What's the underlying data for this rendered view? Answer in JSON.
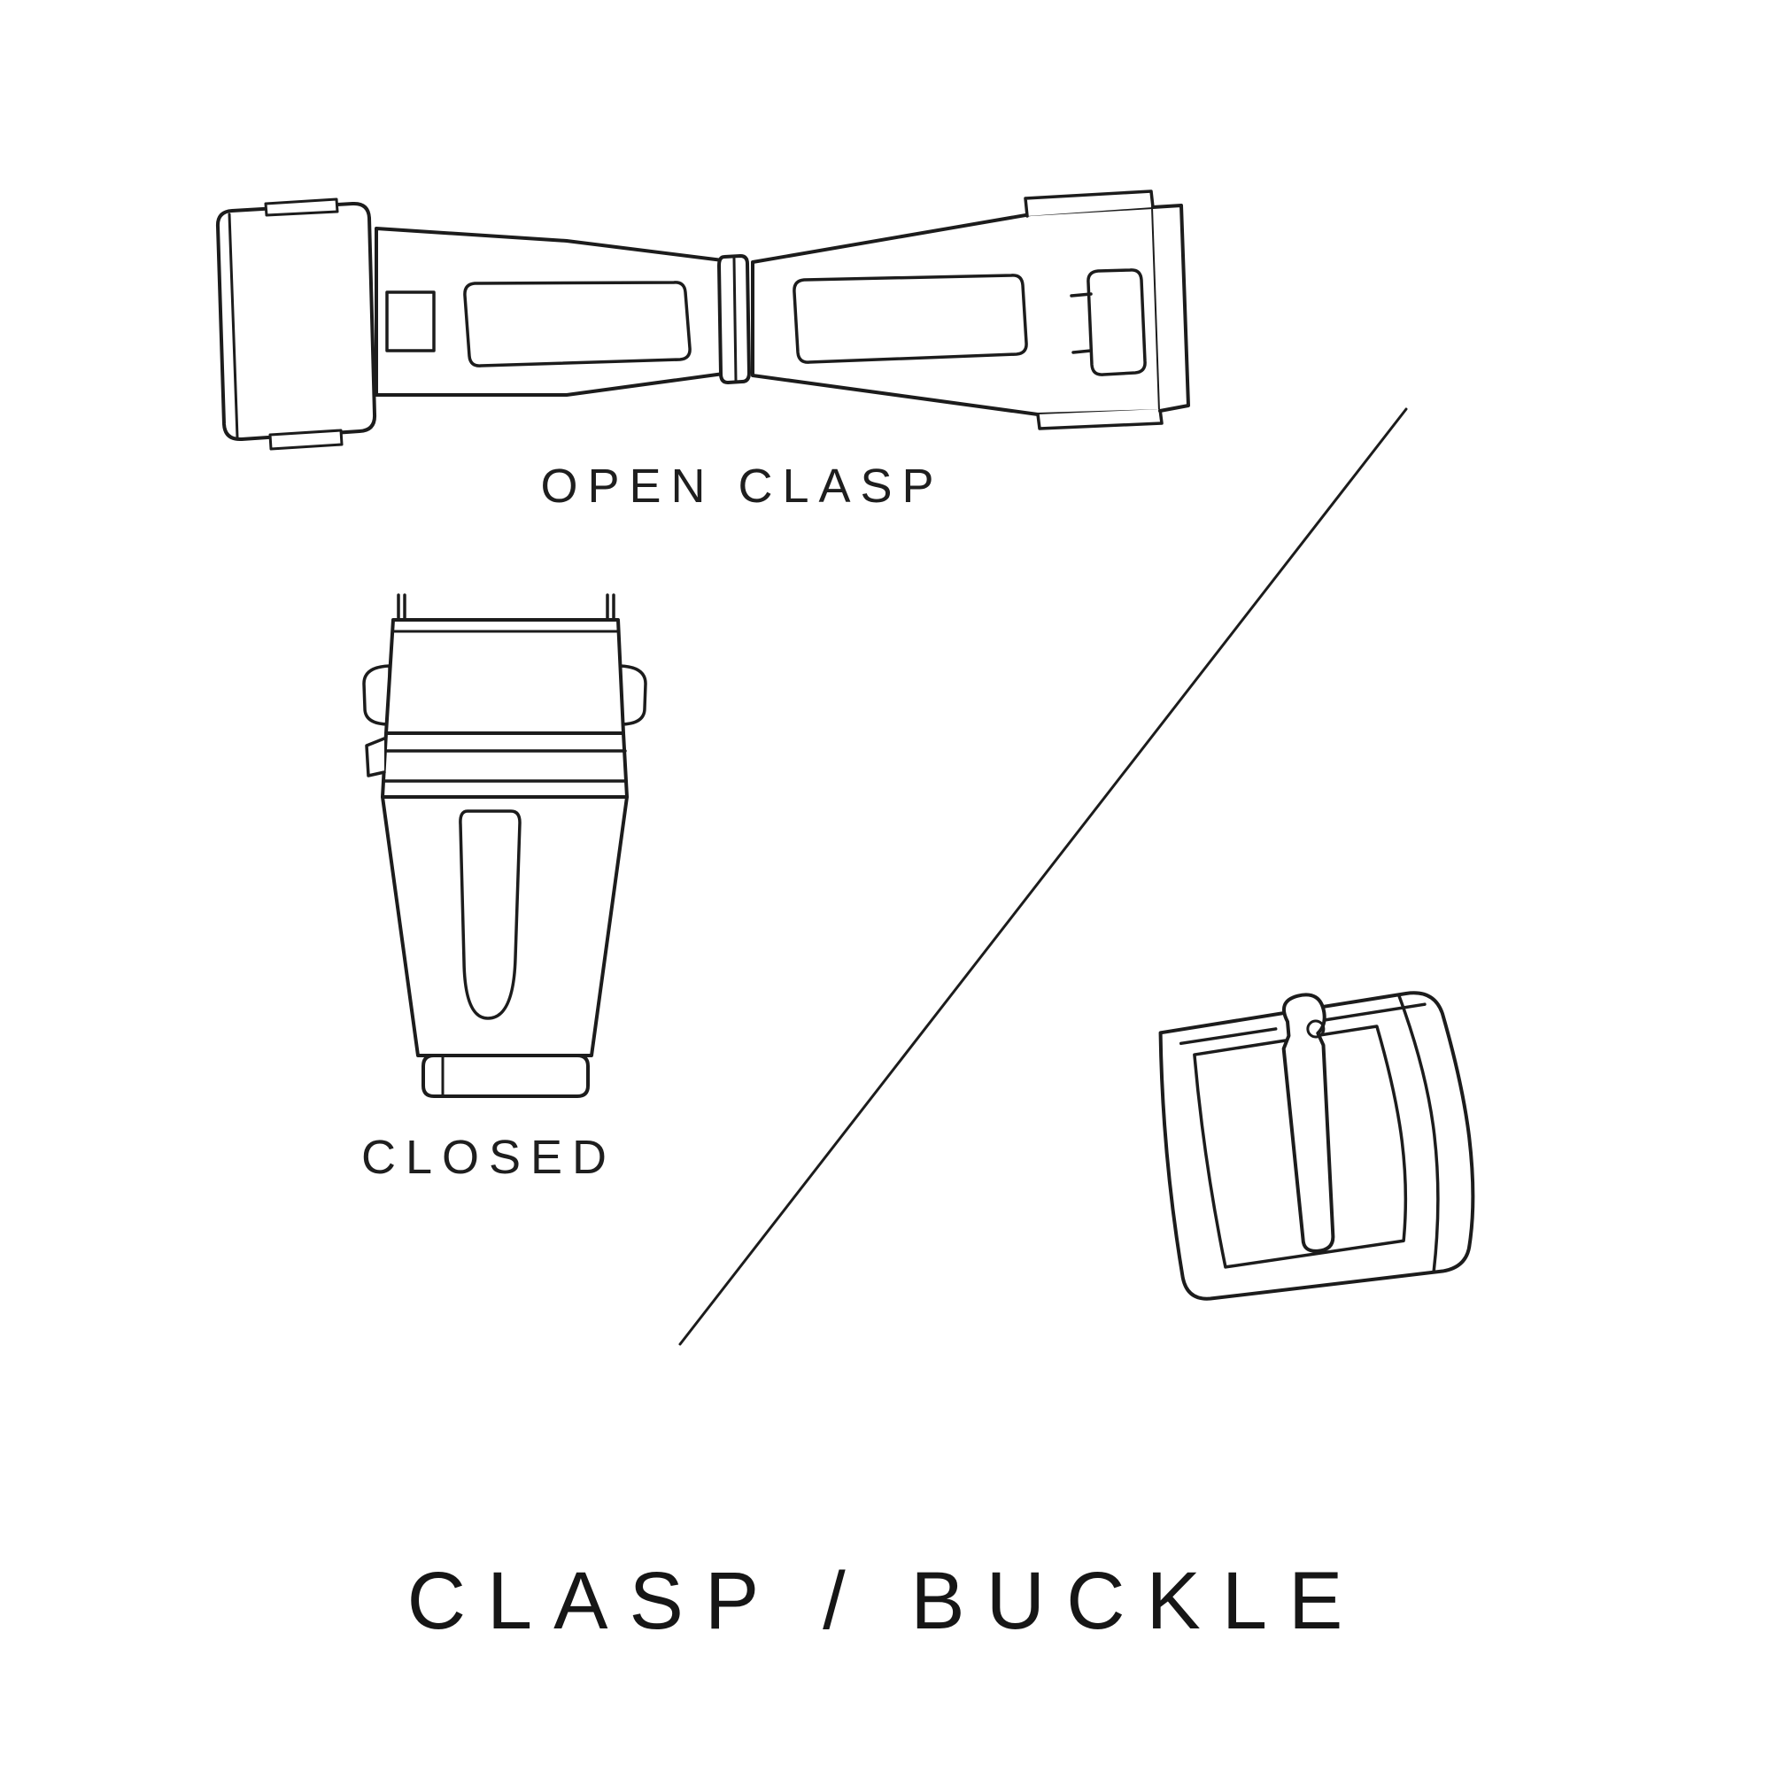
{
  "title": "CLASP / BUCKLE",
  "labels": {
    "open_clasp": "OPEN CLASP",
    "closed": "CLOSED"
  },
  "colors": {
    "background": "#ffffff",
    "line": "#1c1c1c",
    "text": "#1e1e1e"
  },
  "figure": {
    "description_items": [
      {
        "name": "open-clasp-drawing",
        "caption": "OPEN CLASP"
      },
      {
        "name": "closed-clasp-drawing",
        "caption": "CLOSED"
      },
      {
        "name": "buckle-drawing",
        "caption": ""
      }
    ]
  }
}
